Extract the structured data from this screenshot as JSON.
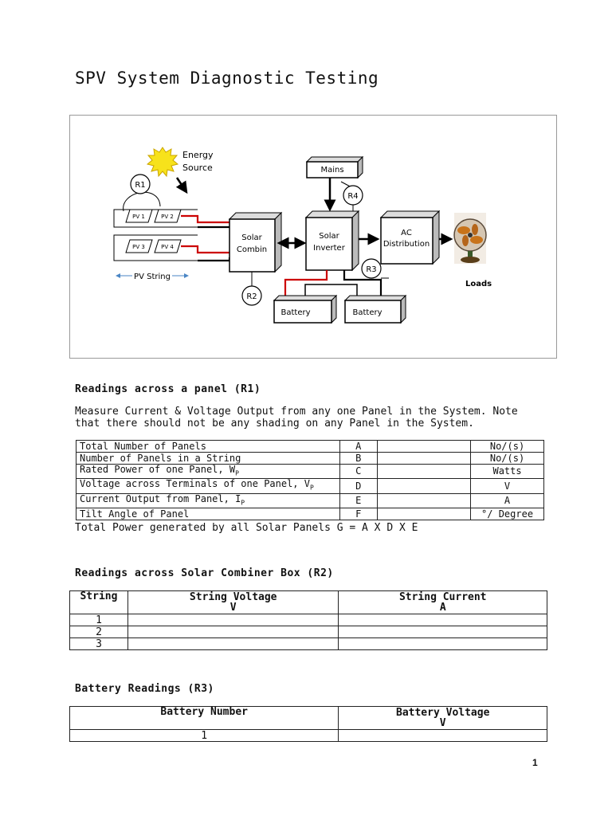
{
  "title": "SPV System Diagnostic Testing",
  "diagram": {
    "energy_source": [
      "Energy",
      "Source"
    ],
    "mains": "Mains",
    "pv_panels": [
      "PV 1",
      "PV 2",
      "PV 3",
      "PV 4"
    ],
    "pv_string": "PV String",
    "solar_combiner": [
      "Solar",
      "Combin"
    ],
    "solar_inverter": [
      "Solar",
      "Inverter"
    ],
    "ac_distribution": [
      "AC",
      "Distribution"
    ],
    "loads": "Loads",
    "battery_1": "Battery",
    "battery_2": "Battery",
    "r1": "R1",
    "r2": "R2",
    "r3": "R3",
    "r4": "R4"
  },
  "section1": {
    "heading": "Readings across a panel (R1)",
    "para_line1": "Measure Current & Voltage Output from any one Panel in the System. Note",
    "para_line2": "that there should not be any shading on any Panel in the System.",
    "rows": [
      {
        "label": "Total Number of Panels",
        "sub": "",
        "code": "A",
        "unit": "No/(s)"
      },
      {
        "label": "Number of Panels in a String",
        "sub": "",
        "code": "B",
        "unit": "No/(s)"
      },
      {
        "label": "Rated Power of one Panel, W",
        "sub": "P",
        "code": "C",
        "unit": "Watts"
      },
      {
        "label": "Voltage across Terminals of one Panel, V",
        "sub": "P",
        "code": "D",
        "unit": "V"
      },
      {
        "label": "Current Output from Panel, I",
        "sub": "P",
        "code": "E",
        "unit": "A"
      },
      {
        "label": "Tilt Angle of Panel",
        "sub": "",
        "code": "F",
        "unit": "°/ Degree"
      }
    ],
    "formula": "Total Power generated by all Solar Panels G = A X D X E"
  },
  "section2": {
    "heading": "Readings across Solar Combiner Box (R2)",
    "col1": "String",
    "col2_line1": "String Voltage",
    "col2_line2": "V",
    "col3_line1": "String Current",
    "col3_line2": "A",
    "rows": [
      "1",
      "2",
      "3"
    ]
  },
  "section3": {
    "heading": "Battery Readings (R3)",
    "col1": "Battery Number",
    "col2_line1": "Battery Voltage",
    "col2_line2": "V",
    "rows": [
      "1"
    ]
  },
  "page_number": "1"
}
